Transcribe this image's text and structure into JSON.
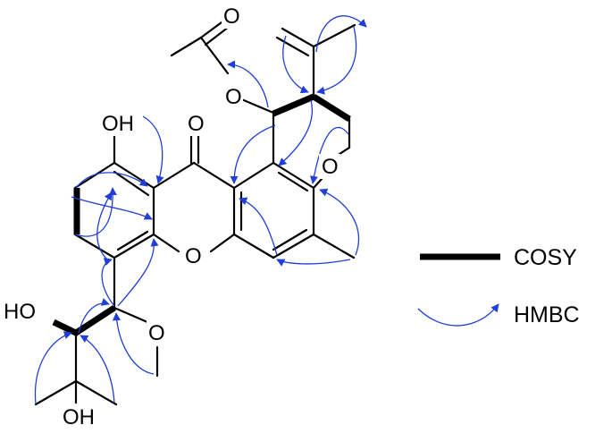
{
  "atom_labels": {
    "o_acetyl_carbonyl": "O",
    "o_ester": "O",
    "oh_phenol": "OH",
    "o_ketone": "O",
    "o_pyran": "O",
    "o_xanthone": "O",
    "ho_side": "HO",
    "o_methoxy": "O",
    "oh_tertiary": "OH"
  },
  "legend": {
    "cosy": "COSY",
    "hmbc": "HMBC"
  },
  "colors": {
    "bond": "#000000",
    "hmbc_arrow": "#1f3fd6",
    "background": "#ffffff"
  }
}
